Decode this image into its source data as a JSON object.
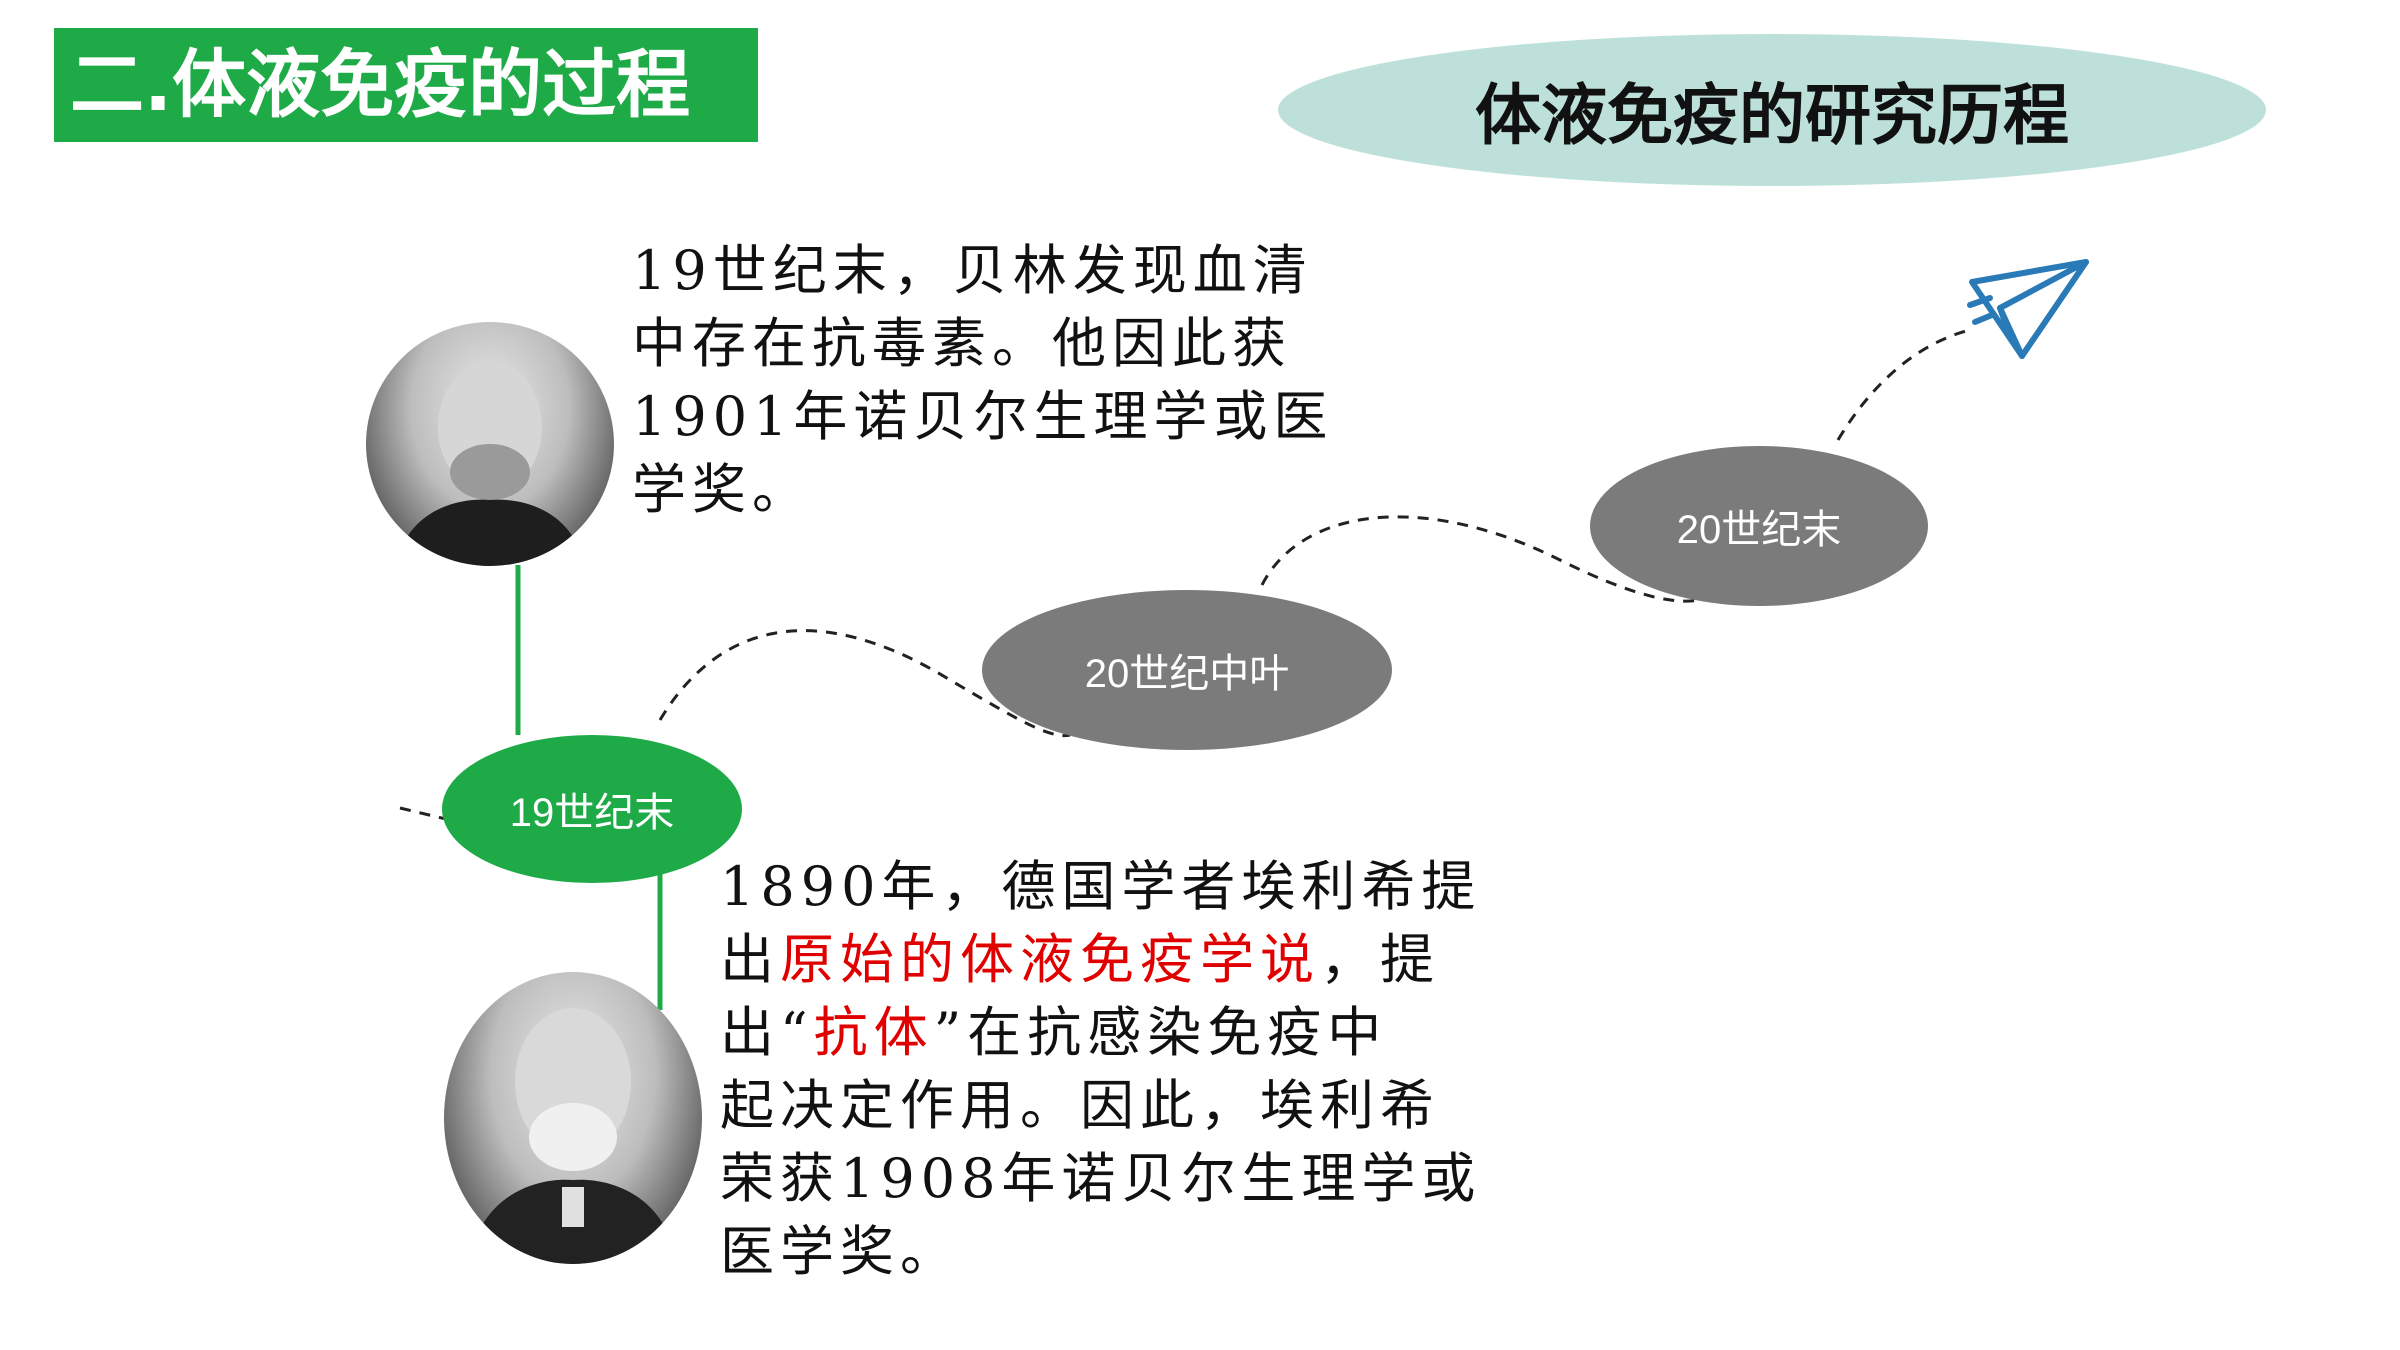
{
  "section_title": "二.体液免疫的过程",
  "header": {
    "title": "体液免疫的研究历程"
  },
  "timeline": {
    "nodes": [
      {
        "label": "19世纪末",
        "color": "#1faa48"
      },
      {
        "label": "20世纪中叶",
        "color": "#7b7b7b"
      },
      {
        "label": "20世纪末",
        "color": "#7b7b7b"
      }
    ]
  },
  "icons": {
    "plane": "paper-plane-icon",
    "portrait_top": "behring-portrait",
    "portrait_bottom": "ehrlich-portrait"
  },
  "text_behring": {
    "lines": [
      "19世纪末，贝林发现血清",
      "中存在抗毒素。他因此获",
      "1901年诺贝尔生理学或医",
      "学奖。"
    ]
  },
  "text_ehrlich": {
    "line1": "1890年，德国学者埃利希提",
    "line2_pre": "出",
    "line2_red": "原始的体液免疫学说",
    "line2_post": "，提",
    "line3_pre": "出“",
    "line3_red": "抗体",
    "line3_post": "”在抗感染免疫中",
    "line4": "起决定作用。因此，埃利希",
    "line5": "荣获1908年诺贝尔生理学或",
    "line6": "医学奖。"
  },
  "colors": {
    "green": "#1faa48",
    "teal_pill": "#bde1da",
    "gray_node": "#7b7b7b",
    "red_highlight": "#e00000",
    "plane_blue": "#2b7ab8"
  }
}
